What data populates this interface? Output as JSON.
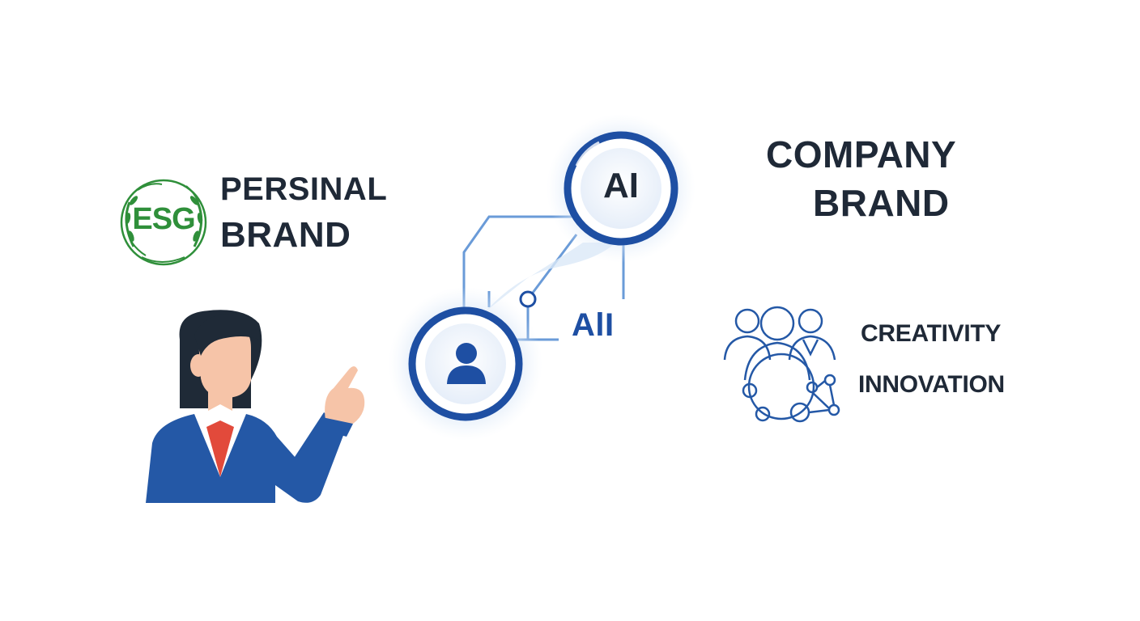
{
  "personal_brand": {
    "line1": "PERSINAL",
    "line2": "BRAND"
  },
  "company_brand": {
    "line1": "COMPANY",
    "line2": "BRAND"
  },
  "esg_badge": {
    "label": "ESG"
  },
  "ai_node": {
    "label": "AI"
  },
  "connector_label": "AlI",
  "company_values": {
    "creativity": "CREATIVITY",
    "innovation": "INNOVATION"
  },
  "icons": {
    "esg": "leaf-wreath-icon",
    "person_node": "user-icon",
    "team": "team-network-icon",
    "presenter": "presenter-figure"
  },
  "colors": {
    "primary_blue": "#1e4fa3",
    "line_blue": "#6a9bd8",
    "glow_blue": "#dbe8f8",
    "esg_green": "#2f8f3a",
    "text_dark": "#1f2937",
    "jacket_blue": "#2458a6",
    "shirt_red": "#e24a3b",
    "skin": "#f6c4a8",
    "hair": "#1f2a37"
  }
}
